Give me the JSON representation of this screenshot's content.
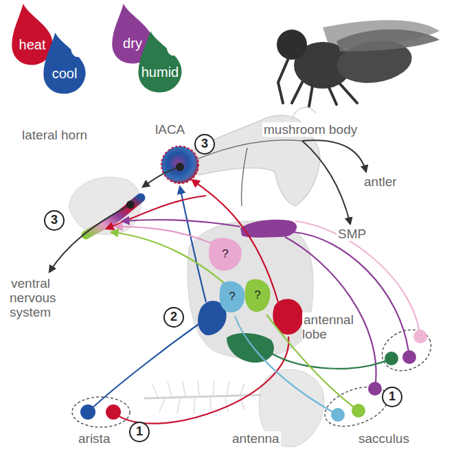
{
  "diagram": {
    "nodes": [
      {
        "text": [
          "heat"
        ]
      },
      {
        "text": [
          "cool"
        ]
      },
      {
        "text": [
          "dry"
        ]
      },
      {
        "text": [
          "humid"
        ]
      },
      {
        "text": [
          "3"
        ]
      },
      {
        "text": [
          "3"
        ]
      },
      {
        "text": [
          "?"
        ]
      },
      {
        "text": [
          "?"
        ]
      },
      {
        "text": [
          "?"
        ]
      },
      {
        "text": [
          "2"
        ]
      },
      {
        "text": [
          "1"
        ]
      },
      {
        "text": [
          "1"
        ]
      }
    ],
    "labels": [
      "lateral horn",
      "lACA",
      "mushroom body",
      "antler",
      "SMP",
      "ventral nervous system",
      "antennal lobe",
      "arista",
      "antenna",
      "sacculus"
    ]
  }
}
